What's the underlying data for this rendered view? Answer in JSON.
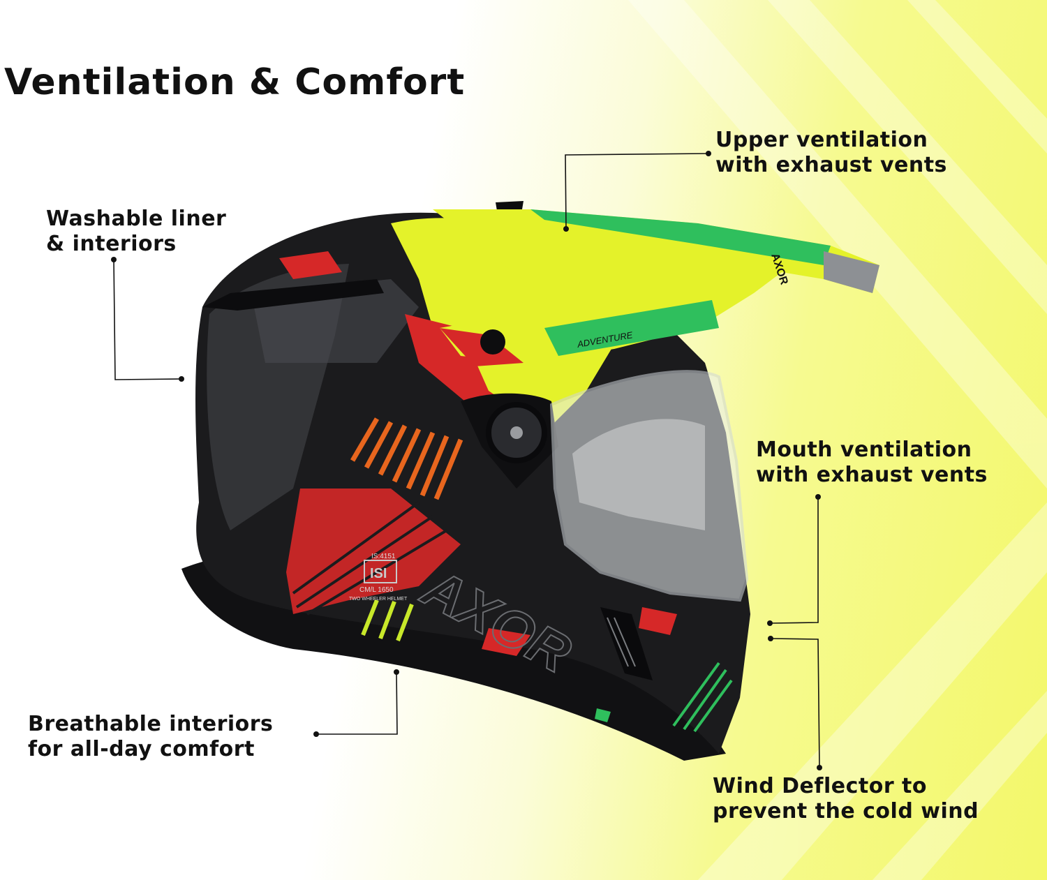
{
  "title": "Ventilation & Comfort",
  "colors": {
    "lime": "#e4f22a",
    "green": "#2fbf5d",
    "red": "#d62828",
    "orange": "#e8661e",
    "shell": "#1b1b1d",
    "line": "#111111"
  },
  "helmet": {
    "visor_text": "ADVENTURE",
    "brand_text": "AXOR",
    "cert_text": "ISI",
    "cert_code": "IS:4151",
    "cert_licence": "CM/L 1650",
    "cert_note": "TWO WHEELER HELMET"
  },
  "features": {
    "washable": {
      "line1": "Washable liner",
      "line2": "& interiors"
    },
    "upper": {
      "line1": "Upper ventilation",
      "line2": "with exhaust vents"
    },
    "mouth": {
      "line1": "Mouth ventilation",
      "line2": "with exhaust vents"
    },
    "breathable": {
      "line1": "Breathable interiors",
      "line2": "for all-day comfort"
    },
    "wind": {
      "line1": "Wind Deflector to",
      "line2": "prevent the cold wind"
    }
  }
}
